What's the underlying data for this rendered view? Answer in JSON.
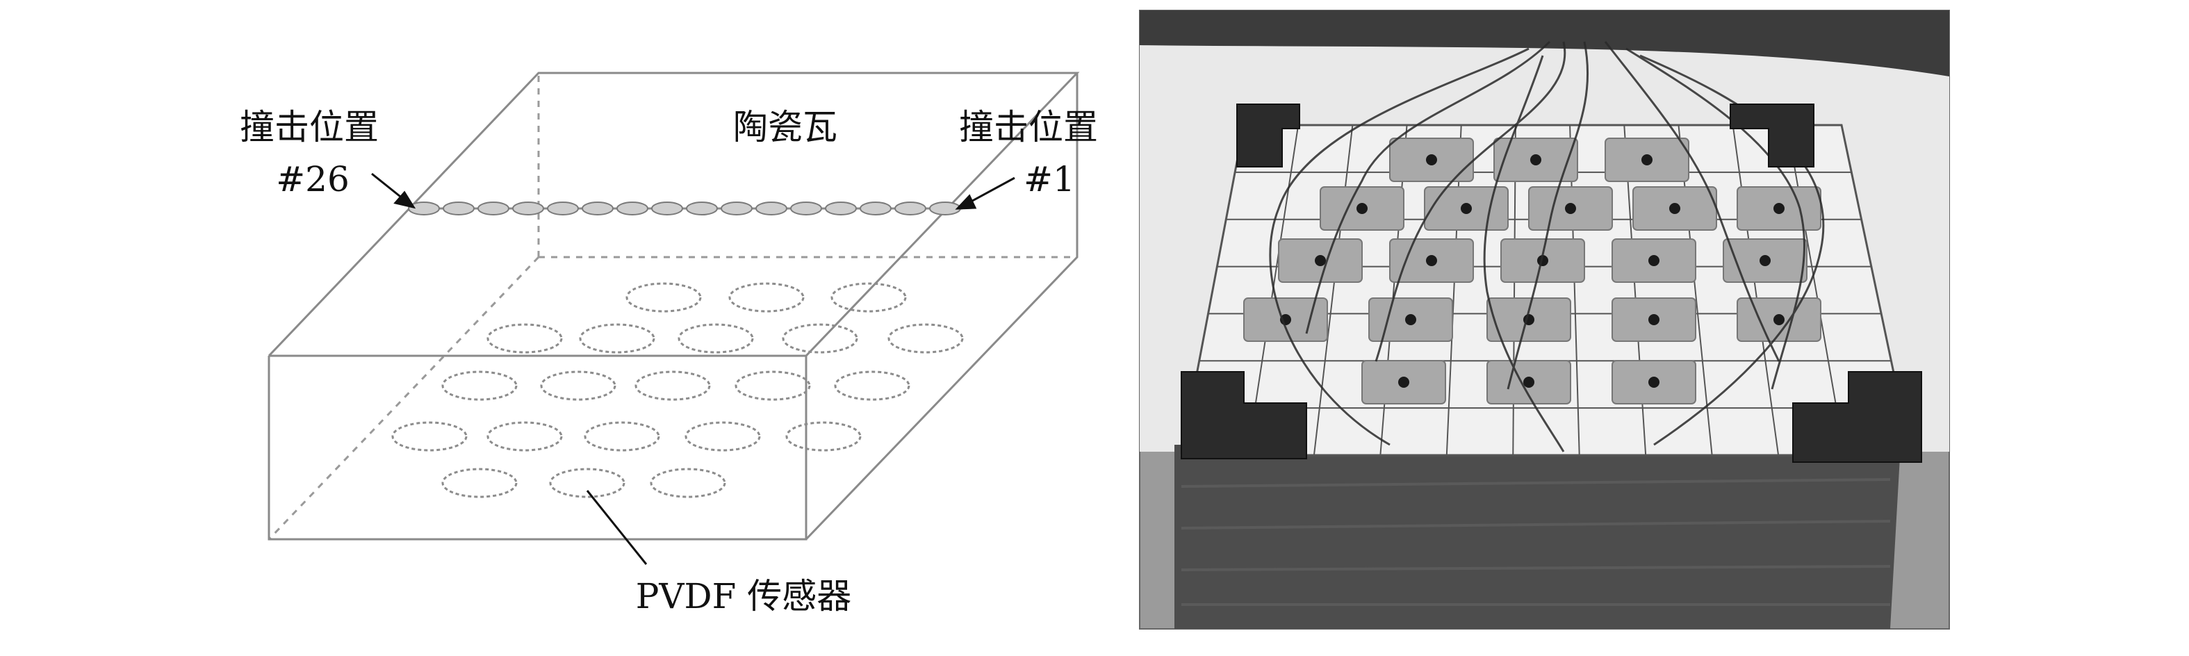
{
  "diagram": {
    "label_impact_left_name": "撞击位置",
    "label_impact_left_num": "#26",
    "label_impact_right_name": "撞击位置",
    "label_impact_right_num": "#1",
    "label_tile": "陶瓷瓦",
    "label_sensor": "PVDF 传感器",
    "impact_point_count": 16,
    "sensor_rows": [
      3,
      5,
      5,
      5,
      3
    ]
  },
  "photo": {
    "description_icon": "photo-of-instrumented-tile-panel",
    "sensor_grid_rows": 5,
    "sensor_grid_cols": 5,
    "weight_blocks": 4
  },
  "colors": {
    "line": "#8a8a8a",
    "dash": "#9a9a9a",
    "ellipse": "#8c8c8c",
    "photo_bg": "#3a3a3a"
  }
}
